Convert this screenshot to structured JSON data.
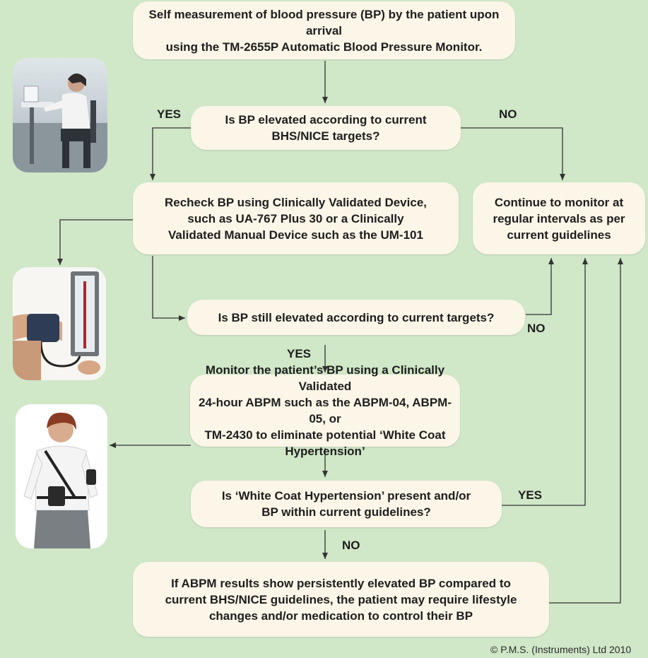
{
  "boxes": {
    "self_measure": "Self measurement of blood pressure (BP) by the patient upon arrival\nusing the TM-2655P Automatic Blood Pressure Monitor.",
    "q_elevated": "Is BP elevated according to current\nBHS/NICE targets?",
    "recheck": "Recheck BP using Clinically Validated Device,\nsuch as UA-767 Plus 30 or a Clinically\nValidated Manual Device such as the UM-101",
    "continue_monitor": "Continue to monitor at\nregular intervals as per\ncurrent guidelines",
    "q_still_elevated": "Is BP still elevated according to current targets?",
    "abpm": "Monitor the patient’s BP using a Clinically Validated\n24-hour ABPM such as the ABPM-04, ABPM-05, or\nTM-2430 to eliminate potential ‘White Coat Hypertension’",
    "q_white_coat": "Is ‘White Coat Hypertension’ present and/or\nBP within current guidelines?",
    "final": "If ABPM results show persistently elevated BP compared to\ncurrent BHS/NICE guidelines, the patient may require lifestyle\nchanges and/or medication to control their BP"
  },
  "labels": {
    "yes_1": "YES",
    "no_1": "NO",
    "no_2": "NO",
    "yes_2": "YES",
    "yes_3": "YES",
    "no_3": "NO"
  },
  "photos": {
    "photo_1": "patient-seated-photo",
    "photo_2": "manual-bp-measurement-photo",
    "photo_3": "woman-wearing-abpm-photo"
  },
  "footer": {
    "copyright": "© P.M.S. (Instruments) Ltd 2010"
  },
  "colors": {
    "background": "#d0e7c8",
    "box_fill": "#fbf6e8",
    "line": "#333333"
  }
}
